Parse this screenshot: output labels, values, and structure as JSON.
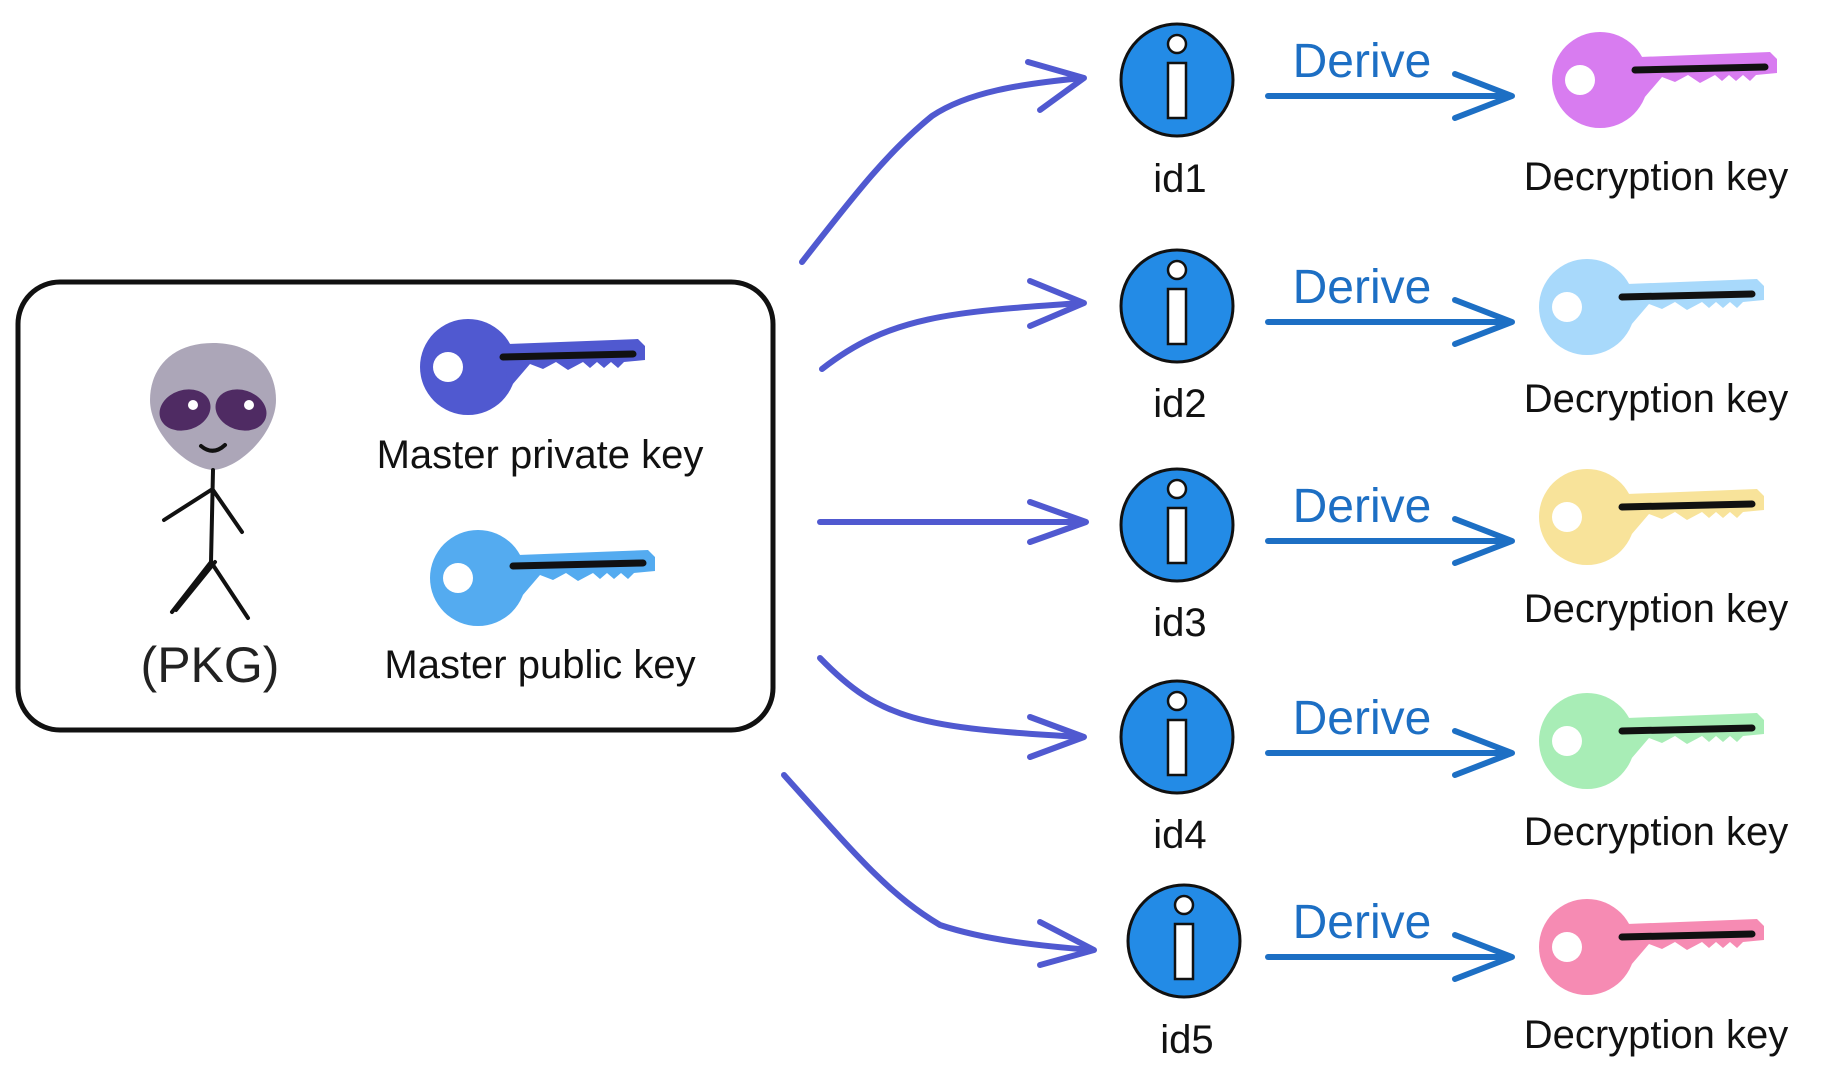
{
  "pkg": {
    "label": "(PKG)",
    "master_private_key_label": "Master private key",
    "master_public_key_label": "Master public key",
    "colors": {
      "private_key": "#5059D0",
      "public_key": "#54ABF0",
      "alien_head": "#ACA6B8",
      "alien_eyes": "#4F2B63"
    }
  },
  "derive_label": "Derive",
  "identities": [
    {
      "id": "id1",
      "key_label": "Decryption key",
      "key_color": "#D87CF0"
    },
    {
      "id": "id2",
      "key_label": "Decryption key",
      "key_color": "#A8D9FB"
    },
    {
      "id": "id3",
      "key_label": "Decryption key",
      "key_color": "#F8E39A"
    },
    {
      "id": "id4",
      "key_label": "Decryption key",
      "key_color": "#A8EDB6"
    },
    {
      "id": "id5",
      "key_label": "Decryption key",
      "key_color": "#F68BB3"
    }
  ],
  "colors": {
    "fan_arrow": "#5059D0",
    "derive_arrow": "#1D6FC4",
    "info_icon": "#238BE6",
    "box_border": "#111111"
  }
}
